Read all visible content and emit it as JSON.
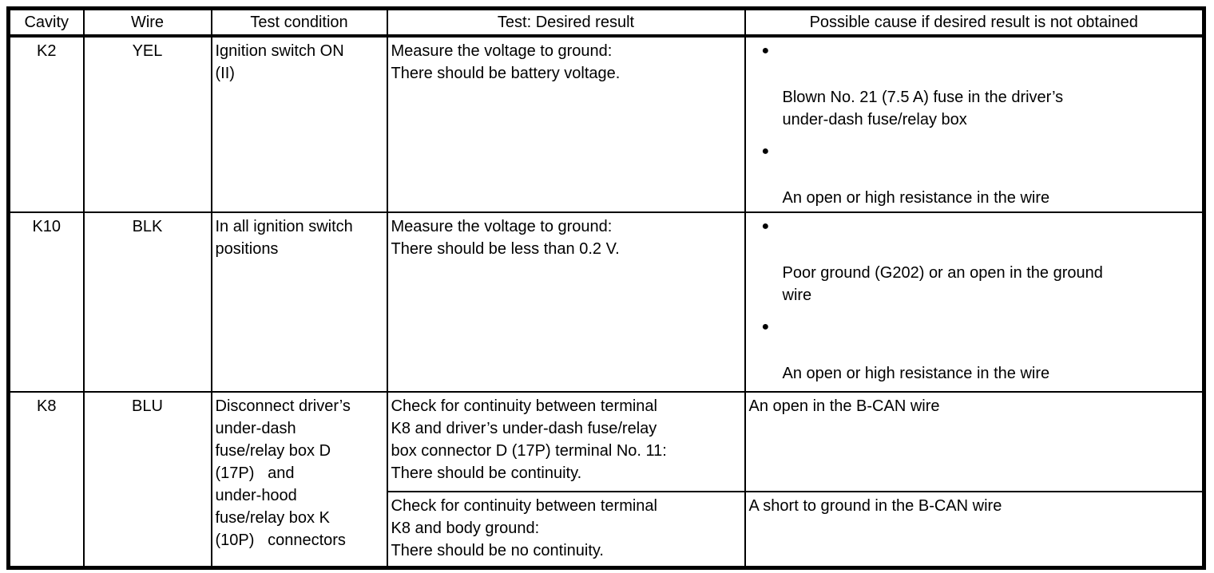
{
  "glyphs": {
    "bullet": "●"
  },
  "table": {
    "headers": [
      "Cavity",
      "Wire",
      "Test condition",
      "Test: Desired result",
      "Possible cause if desired result is not obtained"
    ],
    "rows": [
      {
        "cavity": "K2",
        "wire": "YEL",
        "test_condition": "Ignition switch ON\n(II)",
        "test_desired_result": "Measure the voltage to ground:\nThere should be battery voltage.",
        "causes": [
          "Blown No. 21 (7.5 A) fuse in the driver’s\nunder-dash fuse/relay box",
          "An open or high resistance in the wire"
        ]
      },
      {
        "cavity": "K10",
        "wire": "BLK",
        "test_condition": "In all ignition switch\npositions",
        "test_desired_result": "Measure the voltage to ground:\nThere should be less than 0.2 V.",
        "causes": [
          "Poor ground (G202) or an open in the ground\nwire",
          "An open or high resistance in the wire"
        ]
      },
      {
        "cavity": "K8",
        "wire": "BLU",
        "test_condition": "Disconnect driver’s\nunder-dash\nfuse/relay box D\n(17P)   and\nunder-hood\nfuse/relay box K\n(10P)   connectors",
        "sub_rows": [
          {
            "test_desired_result": "Check for continuity between terminal\nK8 and driver’s under-dash fuse/relay\nbox connector D (17P) terminal No. 11:\nThere should be continuity.",
            "cause": "An open in the B-CAN wire"
          },
          {
            "test_desired_result": "Check for continuity between terminal\nK8 and body ground:\nThere should be no continuity.",
            "cause": "A short to ground in the B-CAN wire"
          }
        ]
      }
    ]
  }
}
